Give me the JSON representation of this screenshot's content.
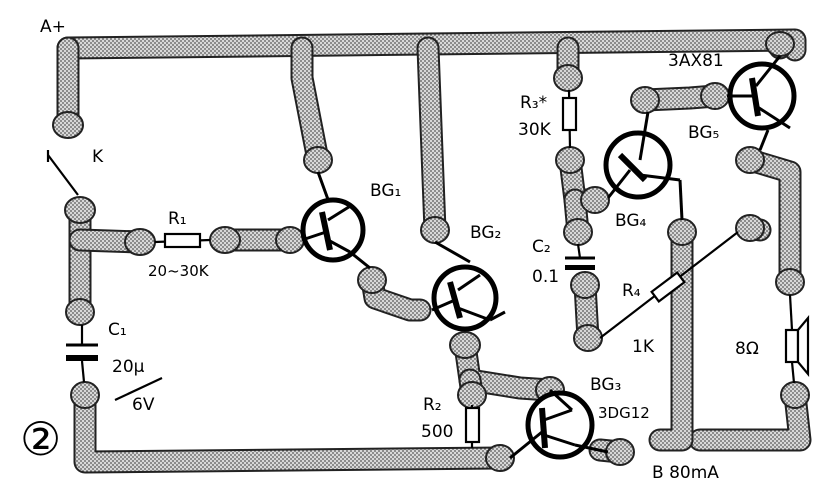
{
  "figure_number": "②",
  "terminals": {
    "positive": "A+",
    "negative": "B 80mA"
  },
  "switch": {
    "label": "K"
  },
  "resistors": {
    "r1": {
      "label": "R₁",
      "value": "20~30K"
    },
    "r2": {
      "label": "R₂",
      "value": "500"
    },
    "r3": {
      "label": "R₃*",
      "value": "30K"
    },
    "r4": {
      "label": "R₄",
      "value": "1K"
    }
  },
  "capacitors": {
    "c1": {
      "label": "C₁",
      "value": "20μ",
      "voltage": "6V"
    },
    "c2": {
      "label": "C₂",
      "value": "0.1"
    }
  },
  "transistors": {
    "bg1": {
      "label": "BG₁"
    },
    "bg2": {
      "label": "BG₂"
    },
    "bg3": {
      "label": "BG₃",
      "part": "3DG12"
    },
    "bg4": {
      "label": "BG₄"
    },
    "bg5": {
      "label": "BG₅",
      "part": "3AX81"
    }
  },
  "speaker": {
    "impedance": "8Ω"
  }
}
